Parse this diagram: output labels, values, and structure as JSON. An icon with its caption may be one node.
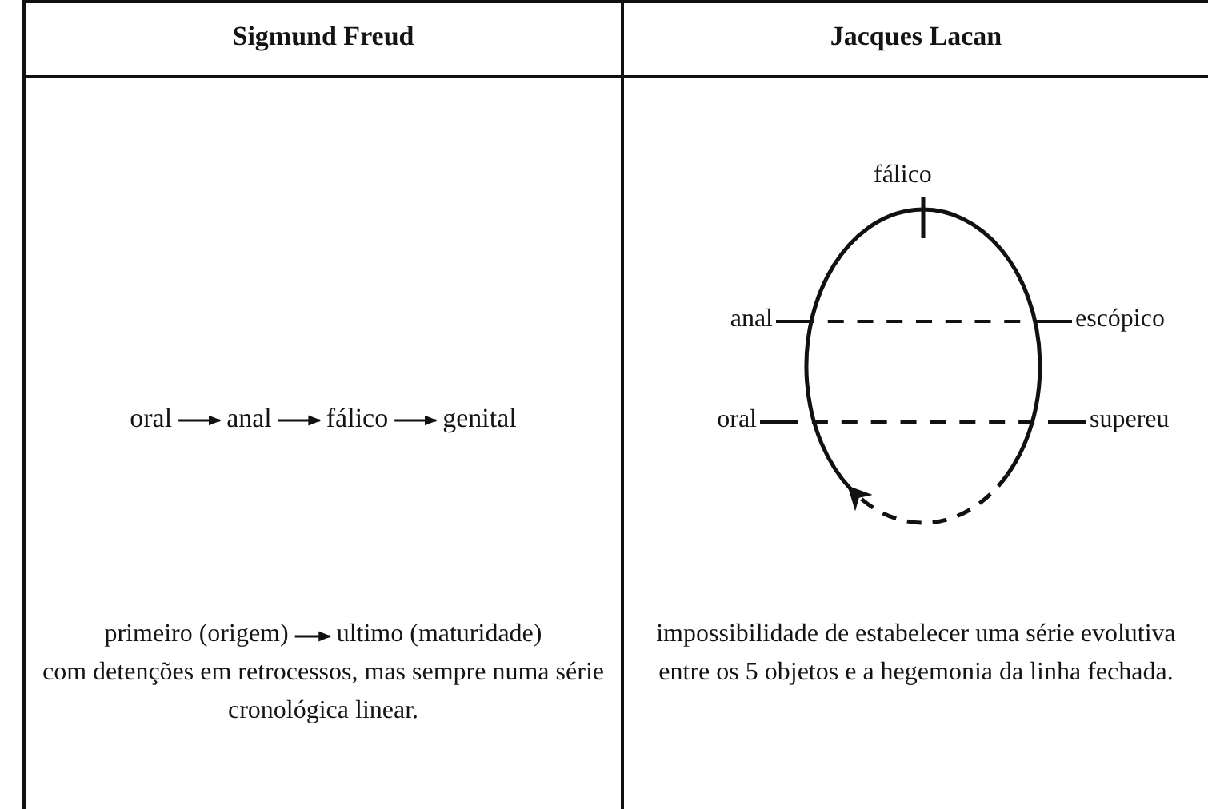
{
  "diagram": {
    "nodes": [
      {
        "text": [
          "oral"
        ]
      },
      {
        "text": [
          "anal"
        ]
      },
      {
        "text": [
          "fálico"
        ]
      },
      {
        "text": [
          "genital"
        ]
      },
      {
        "text": [
          "fálico"
        ]
      },
      {
        "text": [
          "anal"
        ]
      },
      {
        "text": [
          "escópico"
        ]
      },
      {
        "text": [
          "oral"
        ]
      },
      {
        "text": [
          "supereu"
        ]
      },
      {
        "text": [
          "primeiro (origem)"
        ]
      },
      {
        "text": [
          "ultimo (maturidade)"
        ]
      }
    ],
    "edges": [
      {
        "from": 0,
        "to": 1,
        "arrow": "to"
      },
      {
        "from": 1,
        "to": 2,
        "arrow": "to"
      },
      {
        "from": 2,
        "to": 3,
        "arrow": "to"
      },
      {
        "from": 5,
        "to": 6,
        "arrow": "none",
        "style": "dashed"
      },
      {
        "from": 7,
        "to": 8,
        "arrow": "none",
        "style": "dashed"
      },
      {
        "from": 9,
        "to": 10,
        "arrow": "to"
      }
    ],
    "labels": [
      "Sigmund Freud",
      "Jacques Lacan",
      "com detenções em retrocessos, mas sempre numa série cronológica linear.",
      "impossibilidade de estabelecer uma série evolutiva entre os 5 objetos e a hegemonia da linha fechada."
    ]
  }
}
